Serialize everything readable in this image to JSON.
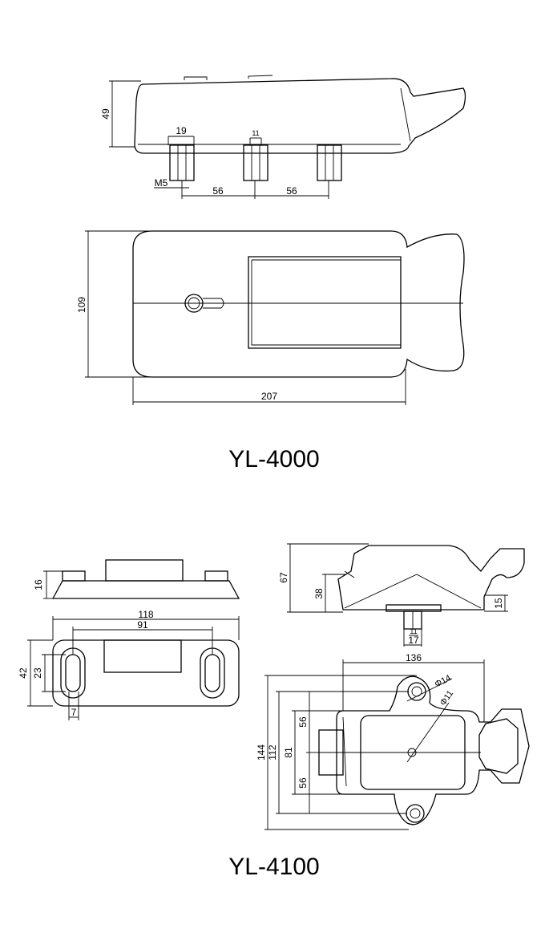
{
  "drawings": [
    {
      "model": "YL-4000",
      "dimensions": {
        "height": "49",
        "pin_width": "19",
        "pin_thread": "M5",
        "pin_spacing_1": "56",
        "pin_spacing_2": "56",
        "center_pin": "11",
        "width": "109",
        "length": "207"
      }
    },
    {
      "model": "YL-4100",
      "dimensions": {
        "keeper_height": "16",
        "keeper_length": "118",
        "slot_spacing": "91",
        "keeper_width": "42",
        "slot_length": "23",
        "slot_width": "7",
        "body_height": "67",
        "body_lower": "38",
        "base_thickness": "15",
        "pin_diameter": "11",
        "pin_total": "17",
        "body_length": "136",
        "hole_diameter_large": "Φ14",
        "hole_diameter_small": "Φ11",
        "overall_height": "144",
        "hole_spacing": "112",
        "body_width": "81",
        "upper_offset": "56",
        "lower_offset": "56"
      }
    }
  ]
}
